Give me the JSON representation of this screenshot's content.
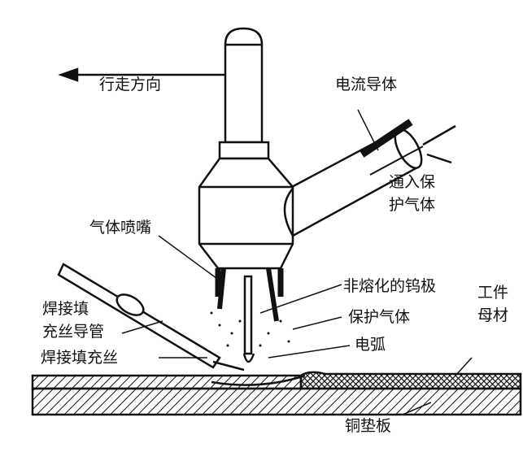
{
  "labels": {
    "travel_direction": "行走方向",
    "current_conductor": "电流导体",
    "shield_gas_inlet_1": "通入保",
    "shield_gas_inlet_2": "护气体",
    "gas_nozzle": "气体喷嘴",
    "tungsten_electrode": "非熔化的钨极",
    "workpiece_1": "工件",
    "workpiece_2": "母材",
    "filler_guide_1": "焊接填",
    "filler_guide_2": "充丝导管",
    "shield_gas": "保护气体",
    "arc": "电弧",
    "filler_wire": "焊接填充丝",
    "copper_backing": "铜垫板"
  },
  "colors": {
    "ink": "#111111",
    "background": "#ffffff"
  }
}
